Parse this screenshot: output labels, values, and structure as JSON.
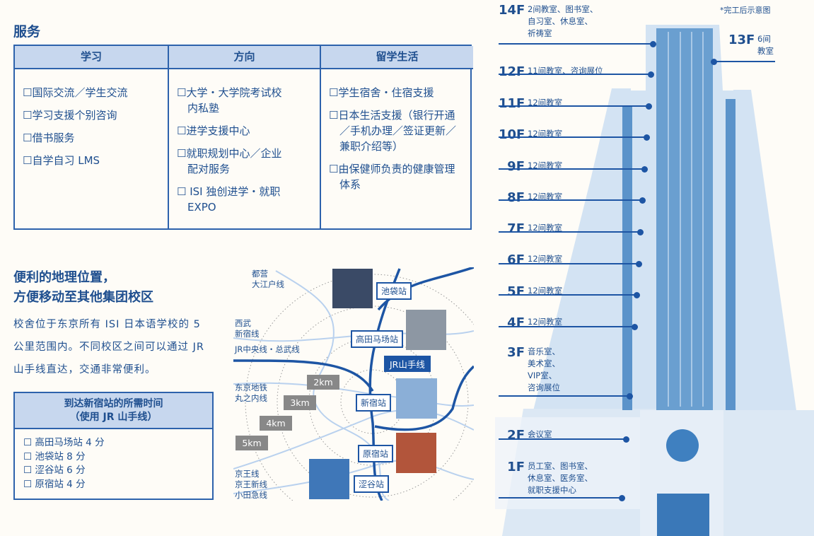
{
  "services": {
    "title": "服务",
    "columns": [
      {
        "header": "学习",
        "items": [
          "☐国际交流／学生交流",
          "☐学习支援个别咨询",
          "☐借书服务",
          "☐自学自习 LMS"
        ]
      },
      {
        "header": "方向",
        "items": [
          "☐大学・大学院考试校内私塾",
          "☐进学支援中心",
          "☐就职规划中心／企业配对服务",
          "☐ ISI 独创进学・就职 EXPO"
        ]
      },
      {
        "header": "留学生活",
        "items": [
          "☐学生宿舍・住宿支援",
          "☐日本生活支援（银行开通／手机办理／签证更新／兼职介绍等）",
          "☐由保健师负责的健康管理体系"
        ]
      }
    ]
  },
  "location": {
    "title_line1": "便利的地理位置，",
    "title_line2": "方便移动至其他集团校区",
    "body": "校舍位于东京所有 ISI 日本语学校的 5 公里范围内。不同校区之间可以通过 JR 山手线直达，交通非常便利。"
  },
  "times": {
    "header_line1": "到达新宿站的所需时间",
    "header_line2": "（使用 JR 山手线）",
    "items": [
      "☐ 高田马场站 4 分",
      "☐ 池袋站 8 分",
      "☐ 涩谷站 6 分",
      "☐ 原宿站 4 分"
    ]
  },
  "map": {
    "stations": [
      "池袋站",
      "高田马场站",
      "新宿站",
      "原宿站",
      "涩谷站"
    ],
    "jr_label": "JR山手线",
    "distances": [
      "2km",
      "3km",
      "4km",
      "5km"
    ],
    "lines": [
      "都营\n大江户线",
      "西武\n新宿线",
      "JR中央线・总武线",
      "东京地铁\n丸之内线",
      "京王线\n京王新线\n小田急线"
    ]
  },
  "building": {
    "note": "*完工后示意图",
    "floors": [
      {
        "floor": "14F",
        "desc": "2间教室、图书室、\n自习室、休息室、\n祈祷室"
      },
      {
        "floor": "13F",
        "desc": "6间\n教室"
      },
      {
        "floor": "12F",
        "desc": "11间教室、咨询展位"
      },
      {
        "floor": "11F",
        "desc": "12间教室"
      },
      {
        "floor": "10F",
        "desc": "12间教室"
      },
      {
        "floor": "9F",
        "desc": "12间教室"
      },
      {
        "floor": "8F",
        "desc": "12间教室"
      },
      {
        "floor": "7F",
        "desc": "12间教室"
      },
      {
        "floor": "6F",
        "desc": "12间教室"
      },
      {
        "floor": "5F",
        "desc": "12间教室"
      },
      {
        "floor": "4F",
        "desc": "12间教室"
      },
      {
        "floor": "3F",
        "desc": "音乐室、\n美术室、\nVIP室、\n咨询展位"
      },
      {
        "floor": "2F",
        "desc": "会议室"
      },
      {
        "floor": "1F",
        "desc": "员工室、图书室、\n休息室、医务室、\n就职支援中心"
      }
    ]
  }
}
